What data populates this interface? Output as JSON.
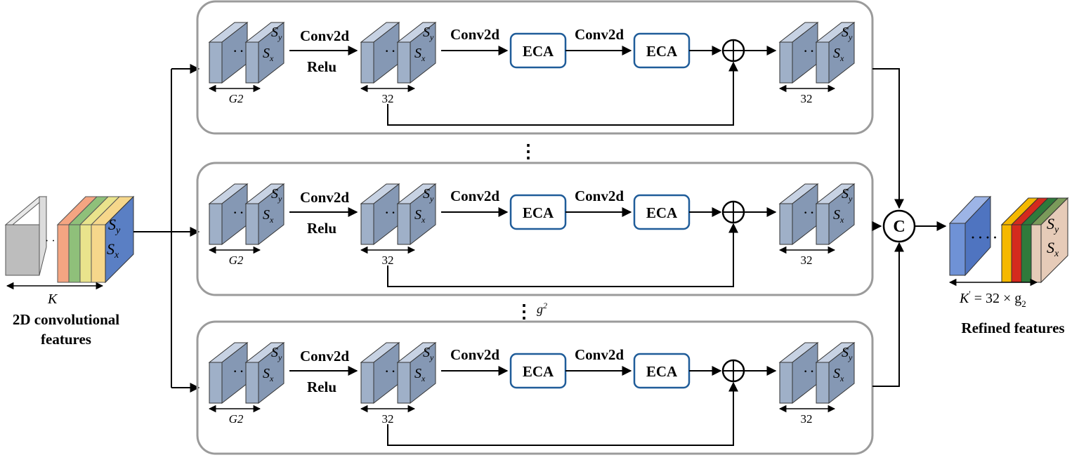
{
  "input": {
    "k_label": "K",
    "title_line1": "2D convolutional",
    "title_line2": "features",
    "sy": "S",
    "sy_sub": "y",
    "sx": "S",
    "sx_sub": "x",
    "dots": "·  ·",
    "slice_colors": [
      "#f4a582",
      "#8fc07a",
      "#e9e38c",
      "#f6d78b"
    ],
    "front_color": "#5a7fc4",
    "gray_color": "#bdbdbd"
  },
  "block": {
    "conv_label": "Conv2d",
    "relu_label": "Relu",
    "eca_label": "ECA",
    "g2_label": "G2",
    "c32_label": "32",
    "sy": "S",
    "sy_sub": "y",
    "sx": "S",
    "sx_sub": "x",
    "cube_dots": "· ·",
    "plus_symbol": "+",
    "cube_color": "#9fb0c8",
    "eca_border": "#1f5c99"
  },
  "between": {
    "vdots": "⋮",
    "g_label": "g",
    "g_sup": "2"
  },
  "concat": {
    "symbol": "C"
  },
  "output": {
    "k_label": "K",
    "k_prime": "'",
    "eq_label": " = 32 × g",
    "eq_sub": "2",
    "title": "Refined features",
    "sy": "S",
    "sy_sub": "y",
    "sx": "S",
    "sx_sub": "x",
    "dots": "· · · ·",
    "first_color": "#6f92d6",
    "slice_colors": [
      "#f5b800",
      "#d42a1e",
      "#2f7a3b",
      "#7a9a5a"
    ],
    "front_color": "#e6cbb8"
  },
  "colors": {
    "arrow": "#000000",
    "block_border": "#9b9b9b"
  }
}
